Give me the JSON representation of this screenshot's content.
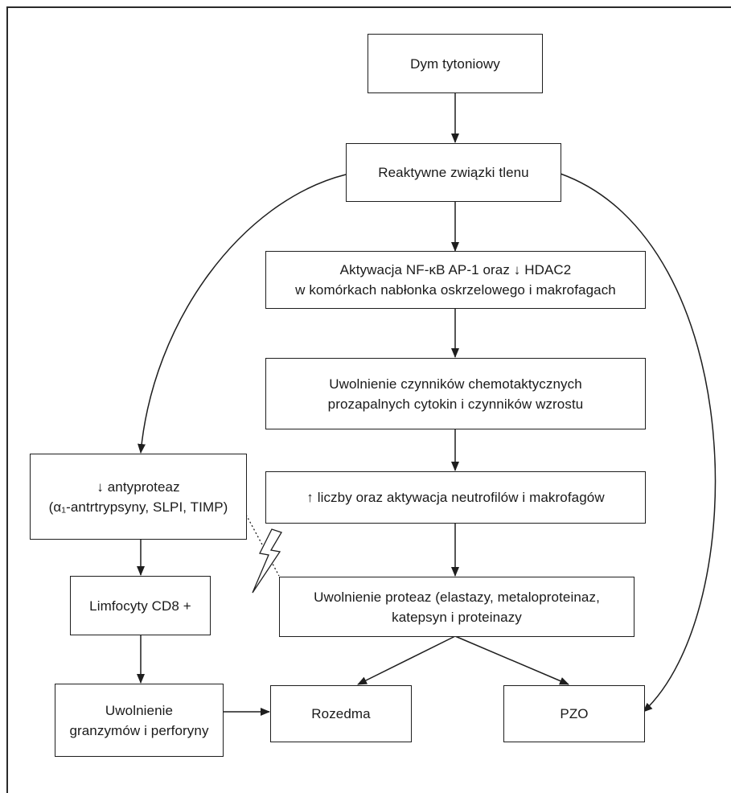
{
  "diagram": {
    "nodes": {
      "smoke": {
        "lines": [
          "Dym tytoniowy"
        ]
      },
      "ros": {
        "lines": [
          "Reaktywne związki tlenu"
        ]
      },
      "activation": {
        "lines": [
          "Aktywacja NF-κB AP-1 oraz ↓ HDAC2",
          "w komórkach nabłonka oskrzelowego i makrofagach"
        ]
      },
      "release_factors": {
        "lines": [
          "Uwolnienie czynników chemotaktycznych",
          "prozapalnych cytokin i czynników wzrostu"
        ]
      },
      "neutrophils": {
        "lines": [
          "↑ liczby oraz aktywacja neutrofilów i makrofagów"
        ]
      },
      "antiproteases": {
        "lines": [
          "↓ antyproteaz",
          "(α₁-antrtrypsyny, SLPI, TIMP)"
        ]
      },
      "proteases": {
        "lines": [
          "Uwolnienie proteaz (elastazy, metaloproteinaz,",
          "katepsyn i proteinazy"
        ]
      },
      "cd8": {
        "lines": [
          "Limfocyty CD8 +"
        ]
      },
      "granzymes": {
        "lines": [
          "Uwolnienie",
          "granzymów i perforyny"
        ]
      },
      "emphysema": {
        "lines": [
          "Rozedma"
        ]
      },
      "copd": {
        "lines": [
          "PZO"
        ]
      }
    },
    "edges": [
      {
        "from": "smoke",
        "to": "ros",
        "style": "arrow"
      },
      {
        "from": "ros",
        "to": "activation",
        "style": "arrow"
      },
      {
        "from": "activation",
        "to": "release_factors",
        "style": "arrow"
      },
      {
        "from": "release_factors",
        "to": "neutrophils",
        "style": "arrow"
      },
      {
        "from": "neutrophils",
        "to": "proteases",
        "style": "arrow"
      },
      {
        "from": "ros",
        "to": "antiproteases",
        "style": "curved-arrow"
      },
      {
        "from": "ros",
        "to": "copd",
        "style": "curved-arrow"
      },
      {
        "from": "antiproteases",
        "to": "cd8",
        "style": "arrow"
      },
      {
        "from": "cd8",
        "to": "granzymes",
        "style": "arrow"
      },
      {
        "from": "granzymes",
        "to": "emphysema",
        "style": "arrow"
      },
      {
        "from": "proteases",
        "to": "emphysema",
        "style": "arrow"
      },
      {
        "from": "proteases",
        "to": "copd",
        "style": "arrow"
      },
      {
        "from": "antiproteases",
        "to": "proteases",
        "style": "dotted-imbalance"
      }
    ],
    "colors": {
      "stroke": "#1e1e1e",
      "background": "#ffffff"
    }
  }
}
